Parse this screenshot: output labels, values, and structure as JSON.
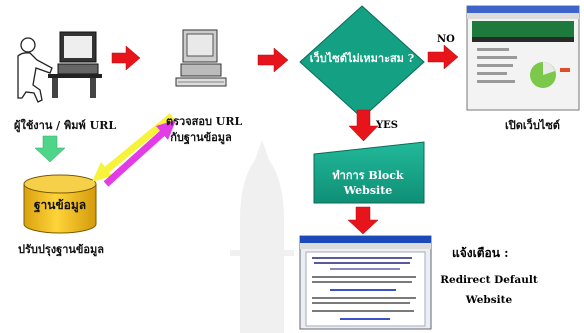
{
  "labels": {
    "user": "ผู้ใช้งาน / พิมพ์ URL",
    "check_line1": "ตรวจสอบ URL",
    "check_line2": "กับฐานข้อมูล",
    "database": "ฐานข้อมูล",
    "update_db": "ปรับปรุงฐานข้อมูล",
    "decision": "เว็บไซต์ไม่เหมาะสม ?",
    "no": "NO",
    "yes": "YES",
    "open_site": "เปิดเว็บไซต์",
    "block": "ทำการ Block Website",
    "notify_th": "แจ้งเตือน :",
    "notify_en_1": "Redirect Default",
    "notify_en_2": "Website"
  },
  "icons": {
    "user_computer": "user-at-computer-icon",
    "server_computer": "desktop-computer-icon",
    "database": "database-cylinder-icon",
    "website_screenshot": "browser-window-icon",
    "block_page_screenshot": "browser-window-icon"
  },
  "colors": {
    "arrow_red": "#e8141b",
    "arrow_green": "#4fd58a",
    "arrow_yellow": "#f7f23a",
    "arrow_magenta": "#e33be6",
    "diamond_fill": "#13a083",
    "database_fill": "#f4c21a"
  }
}
